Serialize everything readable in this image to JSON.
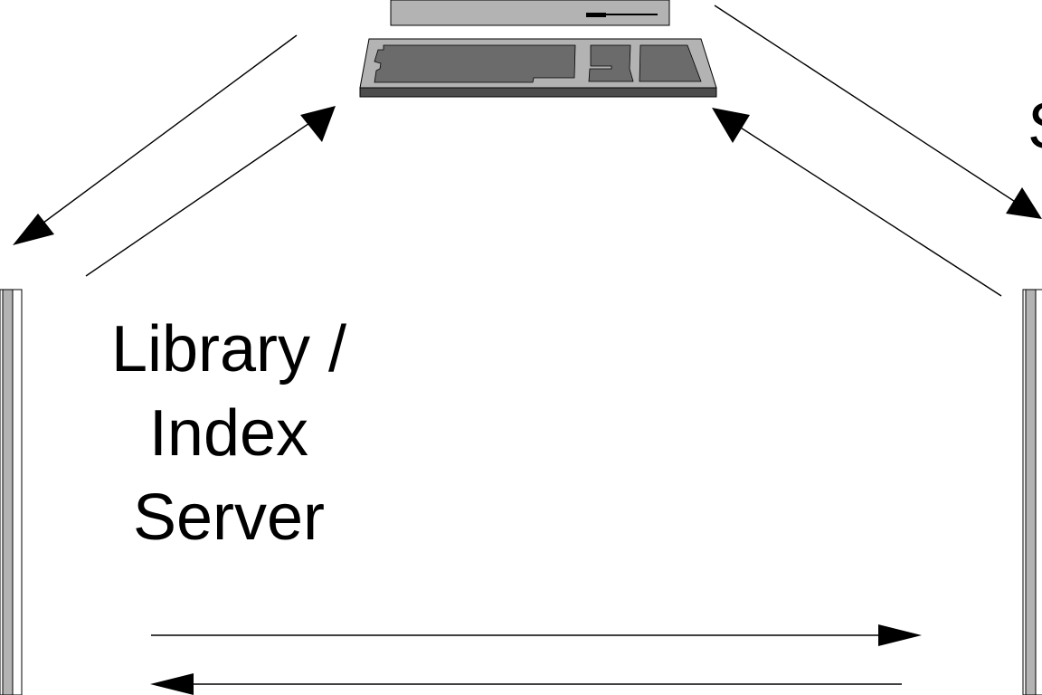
{
  "diagram": {
    "library_label": {
      "line1": "Library /",
      "line2": "Index",
      "line3": "Server"
    },
    "right_label_fragment": "S"
  },
  "colors": {
    "background": "#ffffff",
    "ink": "#000000",
    "keyboard_body": "#b3b3b3",
    "keyboard_keys": "#6b6b6b",
    "keyboard_base": "#4d4d4d",
    "server_panel": "#b3b3b3",
    "monitor_base": "#b3b3b3"
  }
}
